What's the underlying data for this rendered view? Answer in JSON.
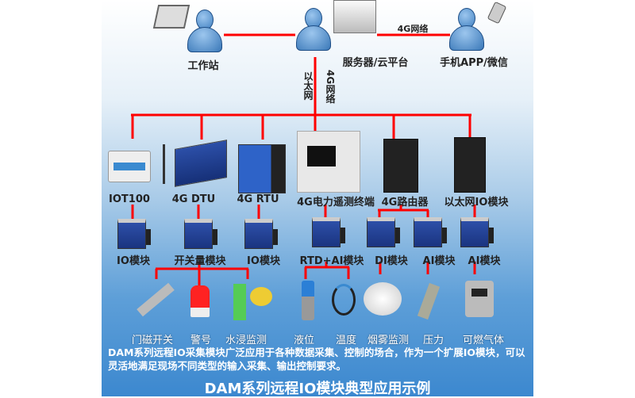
{
  "top": {
    "workstation": "工作站",
    "server": "服务器/云平台",
    "mobile": "手机APP/微信",
    "link_4g": "4G网络",
    "uplink_ethernet": "以太网",
    "uplink_4g": "4G网络"
  },
  "devices": [
    {
      "label": "IOT100"
    },
    {
      "label": "4G DTU"
    },
    {
      "label": "4G RTU"
    },
    {
      "label": "4G电力遥测终端"
    },
    {
      "label": "4G路由器"
    },
    {
      "label": "以太网IO模块"
    }
  ],
  "modules": [
    {
      "label": "IO模块"
    },
    {
      "label": "开关量模块"
    },
    {
      "label": "IO模块"
    },
    {
      "label": "RTD+AI模块"
    },
    {
      "label": "DI模块"
    },
    {
      "label": "AI模块"
    },
    {
      "label": "AI模块"
    }
  ],
  "sensors": [
    {
      "label": "门磁开关"
    },
    {
      "label": "警号"
    },
    {
      "label": "水浸监测"
    },
    {
      "label": "液位"
    },
    {
      "label": "温度"
    },
    {
      "label": "烟雾监测"
    },
    {
      "label": "压力"
    },
    {
      "label": "可燃气体"
    }
  ],
  "description": "DAM系列远程IO采集模块广泛应用于各种数据采集、控制的场合，作为一个扩展IO模块，可以灵活地满足现场不同类型的输入采集、输出控制要求。",
  "title": "DAM系列远程IO模块典型应用示例",
  "colors": {
    "link": "#ff0000",
    "module": "#1f3d90"
  }
}
